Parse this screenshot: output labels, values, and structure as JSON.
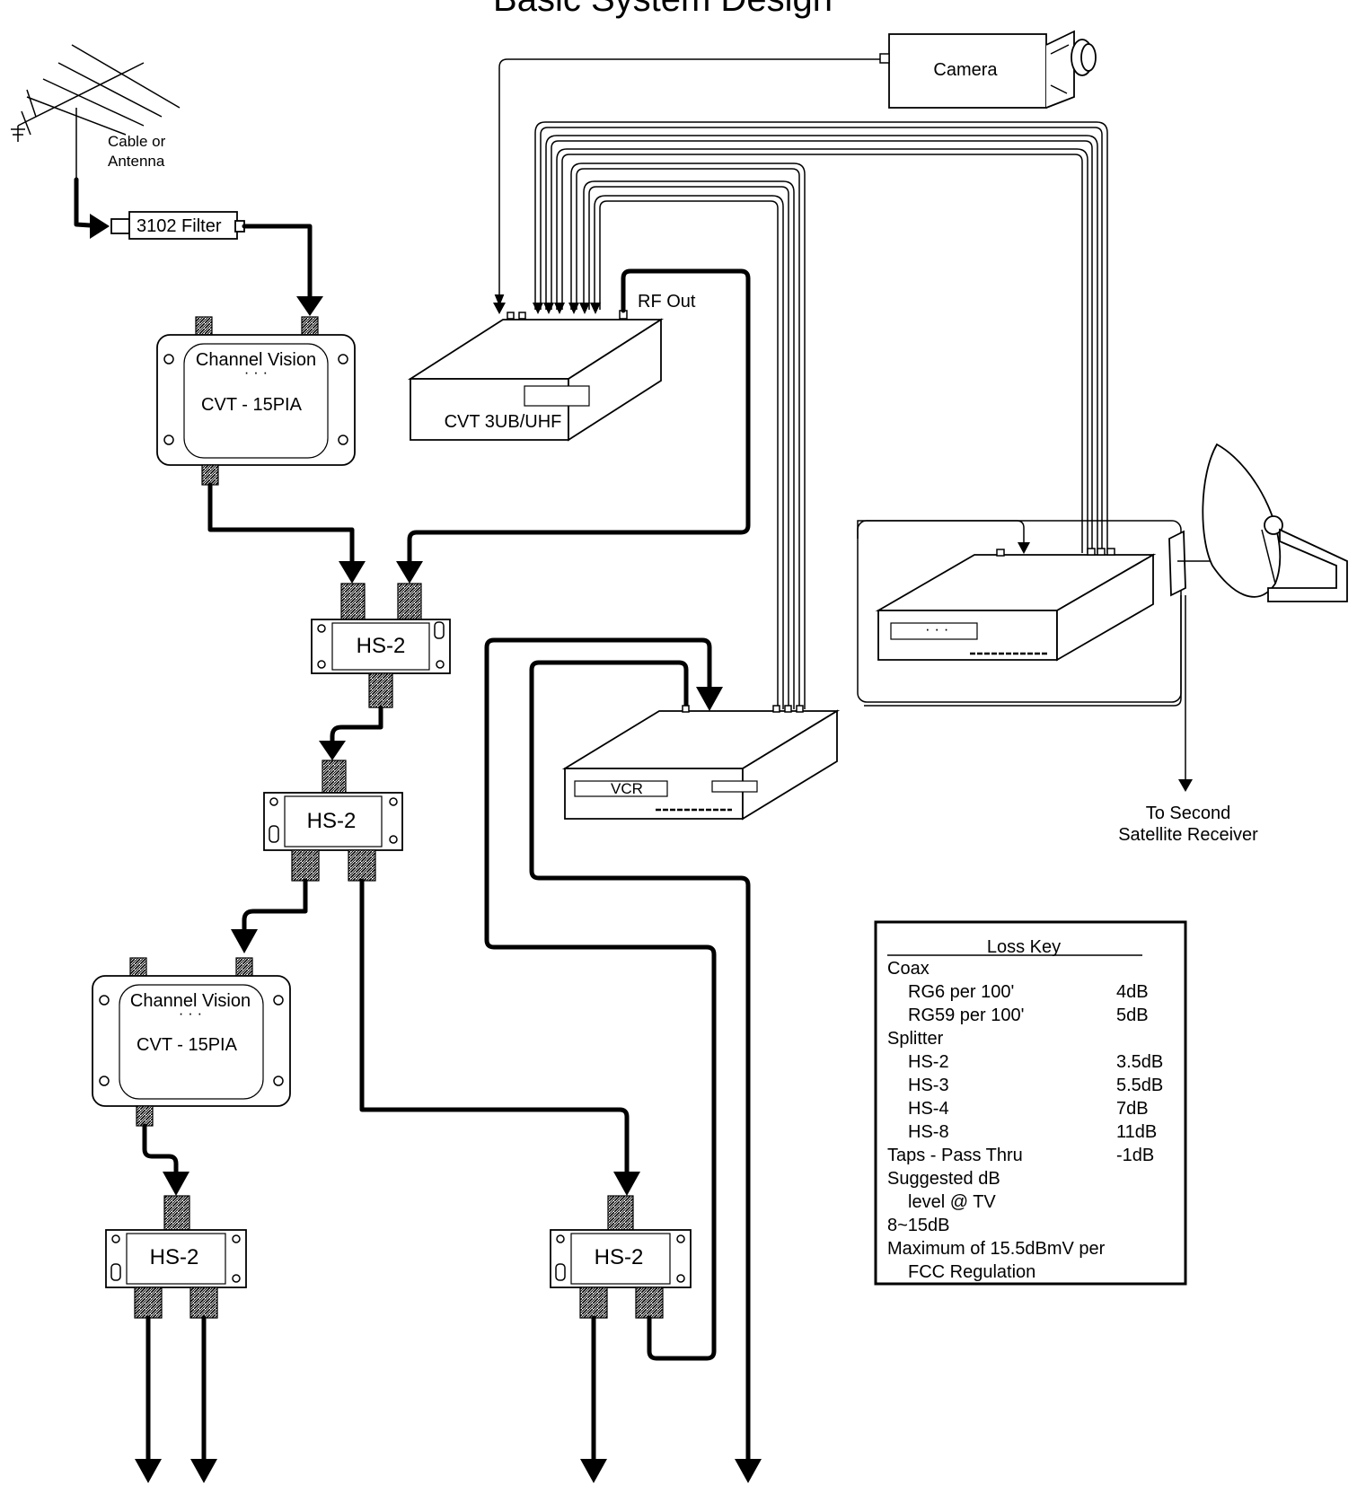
{
  "title": "Basic System Design",
  "labels": {
    "antenna": [
      "Cable or",
      "Antenna"
    ],
    "filter": "3102 Filter",
    "camera": "Camera",
    "modulator_brand": "Channel Vision",
    "modulator_model": "CVT - 15PIA",
    "cvt_box": "CVT 3UB/UHF",
    "rf_out": "RF Out",
    "splitter": "HS-2",
    "vcr": "VCR",
    "second_satellite": [
      "To Second",
      "Satellite Receiver"
    ]
  },
  "loss_key": {
    "title": "Loss Key",
    "rows": [
      {
        "label": "Coax",
        "value": "",
        "indent": false
      },
      {
        "label": "RG6 per 100'",
        "value": "4dB",
        "indent": true
      },
      {
        "label": "RG59 per 100'",
        "value": "5dB",
        "indent": true
      },
      {
        "label": "Splitter",
        "value": "",
        "indent": false
      },
      {
        "label": "HS-2",
        "value": "3.5dB",
        "indent": true
      },
      {
        "label": "HS-3",
        "value": "5.5dB",
        "indent": true
      },
      {
        "label": "HS-4",
        "value": "7dB",
        "indent": true
      },
      {
        "label": "HS-8",
        "value": "11dB",
        "indent": true
      },
      {
        "label": "Taps - Pass Thru",
        "value": "-1dB",
        "indent": false
      },
      {
        "label": "Suggested dB",
        "value": "",
        "indent": false
      },
      {
        "label": "level @ TV",
        "value": "",
        "indent": true
      },
      {
        "label": "8~15dB",
        "value": "",
        "indent": false
      },
      {
        "label": "Maximum of 15.5dBmV per",
        "value": "",
        "indent": false
      },
      {
        "label": "FCC Regulation",
        "value": "",
        "indent": true
      }
    ]
  }
}
